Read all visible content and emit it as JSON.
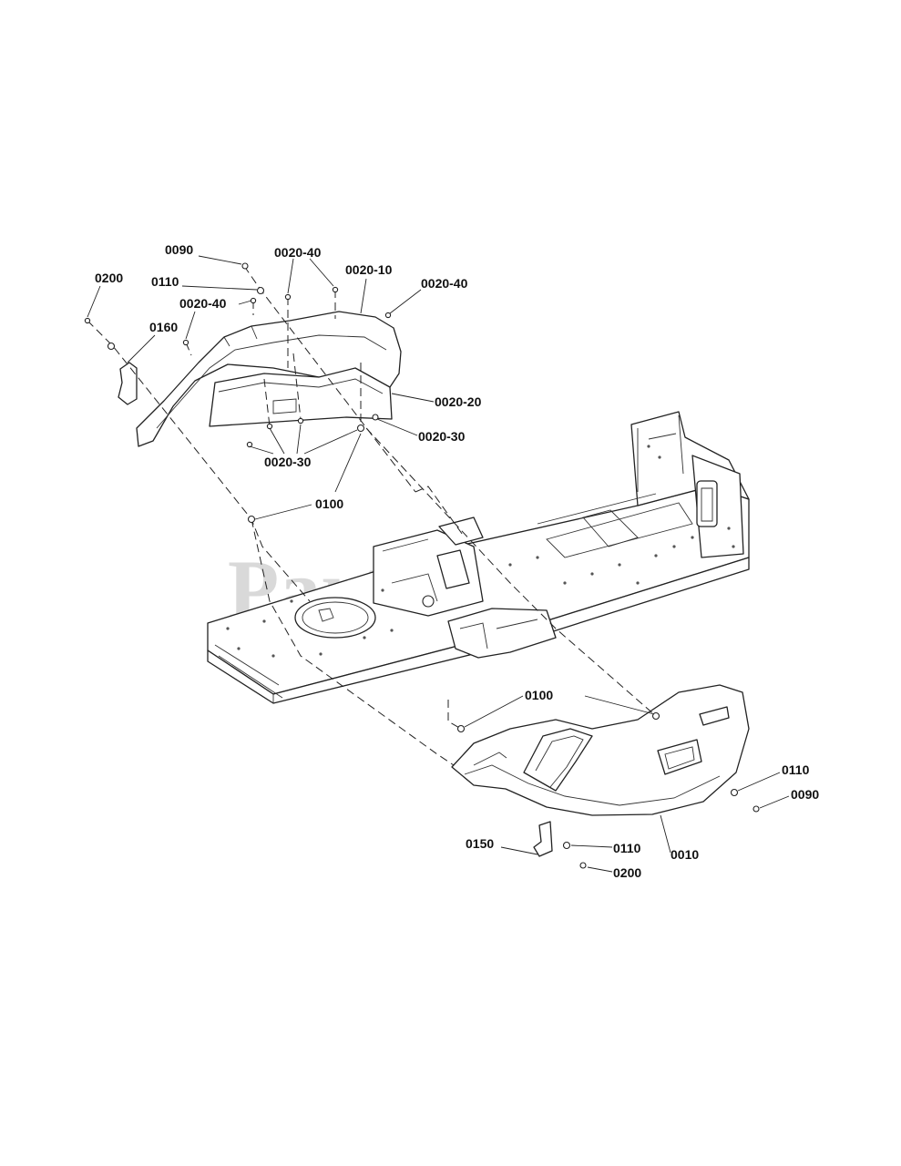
{
  "watermark": {
    "text": "PartsTree",
    "trademark": "™"
  },
  "callouts": {
    "c0090_top": "0090",
    "c0200_top": "0200",
    "c0110_top": "0110",
    "c0160": "0160",
    "c0020_40_a": "0020-40",
    "c0020_40_b": "0020-40",
    "c0020_40_c": "0020-40",
    "c0020_10": "0020-10",
    "c0020_20": "0020-20",
    "c0020_30_a": "0020-30",
    "c0020_30_b": "0020-30",
    "c0100_top": "0100",
    "c0100_bottom": "0100",
    "c0110_right": "0110",
    "c0090_right": "0090",
    "c0150": "0150",
    "c0110_bottom": "0110",
    "c0200_bottom": "0200",
    "c0010": "0010"
  }
}
